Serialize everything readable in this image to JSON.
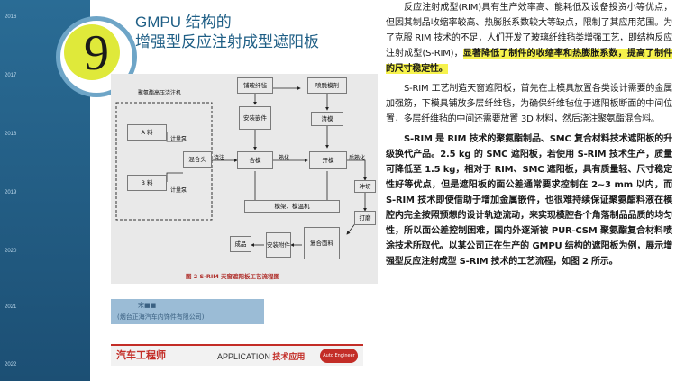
{
  "timeline": {
    "years": [
      "2016",
      "2017",
      "2018",
      "2019",
      "2020",
      "2021",
      "2022"
    ]
  },
  "badge": {
    "number": "9"
  },
  "title": {
    "line1": "GMPU 结构的",
    "line2": "增强型反应注射成型遮阳板"
  },
  "diagram": {
    "label_machine": "聚氨酯高压浇注机",
    "boxes": {
      "laying": "铺玻纤毡",
      "spray_release": "喷脱模剂",
      "install_insert": "安装嵌件",
      "clean": "清模",
      "material_a": "A 料",
      "material_b": "B 料",
      "mix_head": "混合头",
      "close_mold": "合模",
      "open_mold": "开模",
      "punch": "冲切",
      "mold_temp": "模架、模温机",
      "grind": "打磨",
      "product": "成品",
      "install_parts": "安装附件",
      "composite": "复合面料"
    },
    "labels": {
      "meter_pump_1": "计量泵",
      "meter_pump_2": "计量泵",
      "pour": "浇注",
      "cure": "熟化",
      "post_cure": "后熟化"
    },
    "caption": "图 2   S-RIM 天窗遮阳板工艺流程图"
  },
  "author": {
    "name": "宋■■",
    "org": "(烟台正海汽车内饰件有限公司)"
  },
  "banner": {
    "magazine": "汽车工程师",
    "magazine_en": "Auto Engineer",
    "app_en": "APPLICATION",
    "app_cn": "技术应用",
    "logo": "Auto Engineer"
  },
  "text": {
    "p1_a": "反应注射成型(RIM)具有生产效率高、能耗低及设备投资小等优点，但因其制品收缩率较高、热膨胀系数较大等缺点，限制了其应用范围。为了克服 RIM 技术的不足，人们开发了玻璃纤维毡类增强工艺，即结构反应注射成型(S-RIM)，",
    "p1_hl": "显著降低了制件的收缩率和热膨胀系数，提高了制件的尺寸稳定性。",
    "p2": "S-RIM 工艺制造天窗遮阳板，首先在上模具放置各类设计需要的金属加强筋，下模具铺放多层纤维毡，为确保纤维毡位于遮阳板断面的中间位置，多层纤维毡的中间还需要放置 3D 材料，然后浇注聚氨酯混合料。",
    "p3": "S-RIM 是 RIM 技术的聚氨酯制品、SMC 复合材料技术遮阳板的升级换代产品。2.5 kg 的 SMC 遮阳板，若使用 S-RIM 技术生产，质量可降低至 1.5 kg，相对于 RIM、SMC 遮阳板，具有质量轻、尺寸稳定性好等优点，但是遮阳板的面公差通常要求控制在 2~3 mm 以内，而 S-RIM 技术即使借助于增加金属嵌件，也很难持续保证聚氨酯料液在模腔内完全按照预想的设计轨迹流动，来实现模腔各个角落制品品质的均匀性，所以面公差控制困难，国内外逐渐被 PUR-CSM 聚氨酯复合材料喷涂技术所取代。以某公司正在生产的 GMPU 结构的遮阳板为例，展示增强型反应注射成型 S-RIM 技术的工艺流程，如图 2 所示。"
  },
  "colors": {
    "timeline_bg": "#1f5f86",
    "title": "#1f5f86",
    "badge_fill": "#dfe93a",
    "highlight": "#f6f24c",
    "caption": "#b0312d"
  }
}
